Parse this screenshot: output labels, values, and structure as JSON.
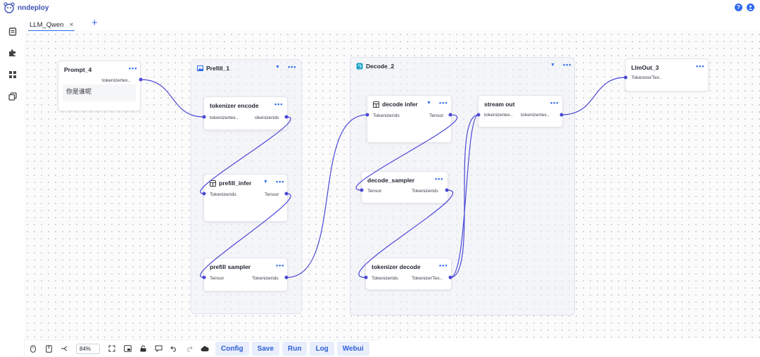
{
  "app": {
    "brand": "nndeploy"
  },
  "topbar": {
    "help_icon": "question-circle-icon",
    "user_icon": "user-icon"
  },
  "sidebar": {
    "items": [
      "document-icon",
      "plugin-icon",
      "apps-icon",
      "copy-icon"
    ]
  },
  "tabs": {
    "active_label": "LLM_Qwen",
    "close_glyph": "×",
    "add_glyph": "+"
  },
  "nodes": {
    "prompt": {
      "title": "Prompt_4",
      "out_port": "tokenizertex..",
      "text": "你是谁呢"
    },
    "prefill_group": {
      "title": "Prefill_1"
    },
    "tokenizer_encode": {
      "title": "tokenizer encode",
      "in_port": "tokenizertex..",
      "out_port": "okenizerids"
    },
    "prefill_infer": {
      "title": "prefill_infer",
      "in_port": "Tokenizerids",
      "out_port": "Tensor"
    },
    "prefill_sampler": {
      "title": "prefill sampler",
      "in_port": "Tensor",
      "out_port": "Tokenizerids"
    },
    "decode_group": {
      "title": "Decode_2"
    },
    "decode_infer": {
      "title": "decode infer",
      "in_port": "Tokenizerids",
      "out_port": "Tensor"
    },
    "decode_sampler": {
      "title": "decode_sampler",
      "in_port": "Tensor",
      "out_port": "Tokenizerids"
    },
    "tokenizer_decode": {
      "title": "tokenizer decode",
      "in_port": "Tokenizerids",
      "out_port": "TokenizerTex.."
    },
    "stream_out": {
      "title": "stream out",
      "in_port": "tokenizertex..",
      "out_port": "tokenizertex.."
    },
    "llmout": {
      "title": "LlmOut_3",
      "in_port": "TokenizerTex.."
    }
  },
  "node_menu_glyph": "•••",
  "caret_glyph": "▼",
  "toolbar": {
    "zoom": "84%",
    "buttons": [
      "Config",
      "Save",
      "Run",
      "Log",
      "Webui"
    ]
  },
  "colors": {
    "accent": "#2f6bf0",
    "edge": "#4a48d6",
    "button_bg": "#e8eefb"
  }
}
